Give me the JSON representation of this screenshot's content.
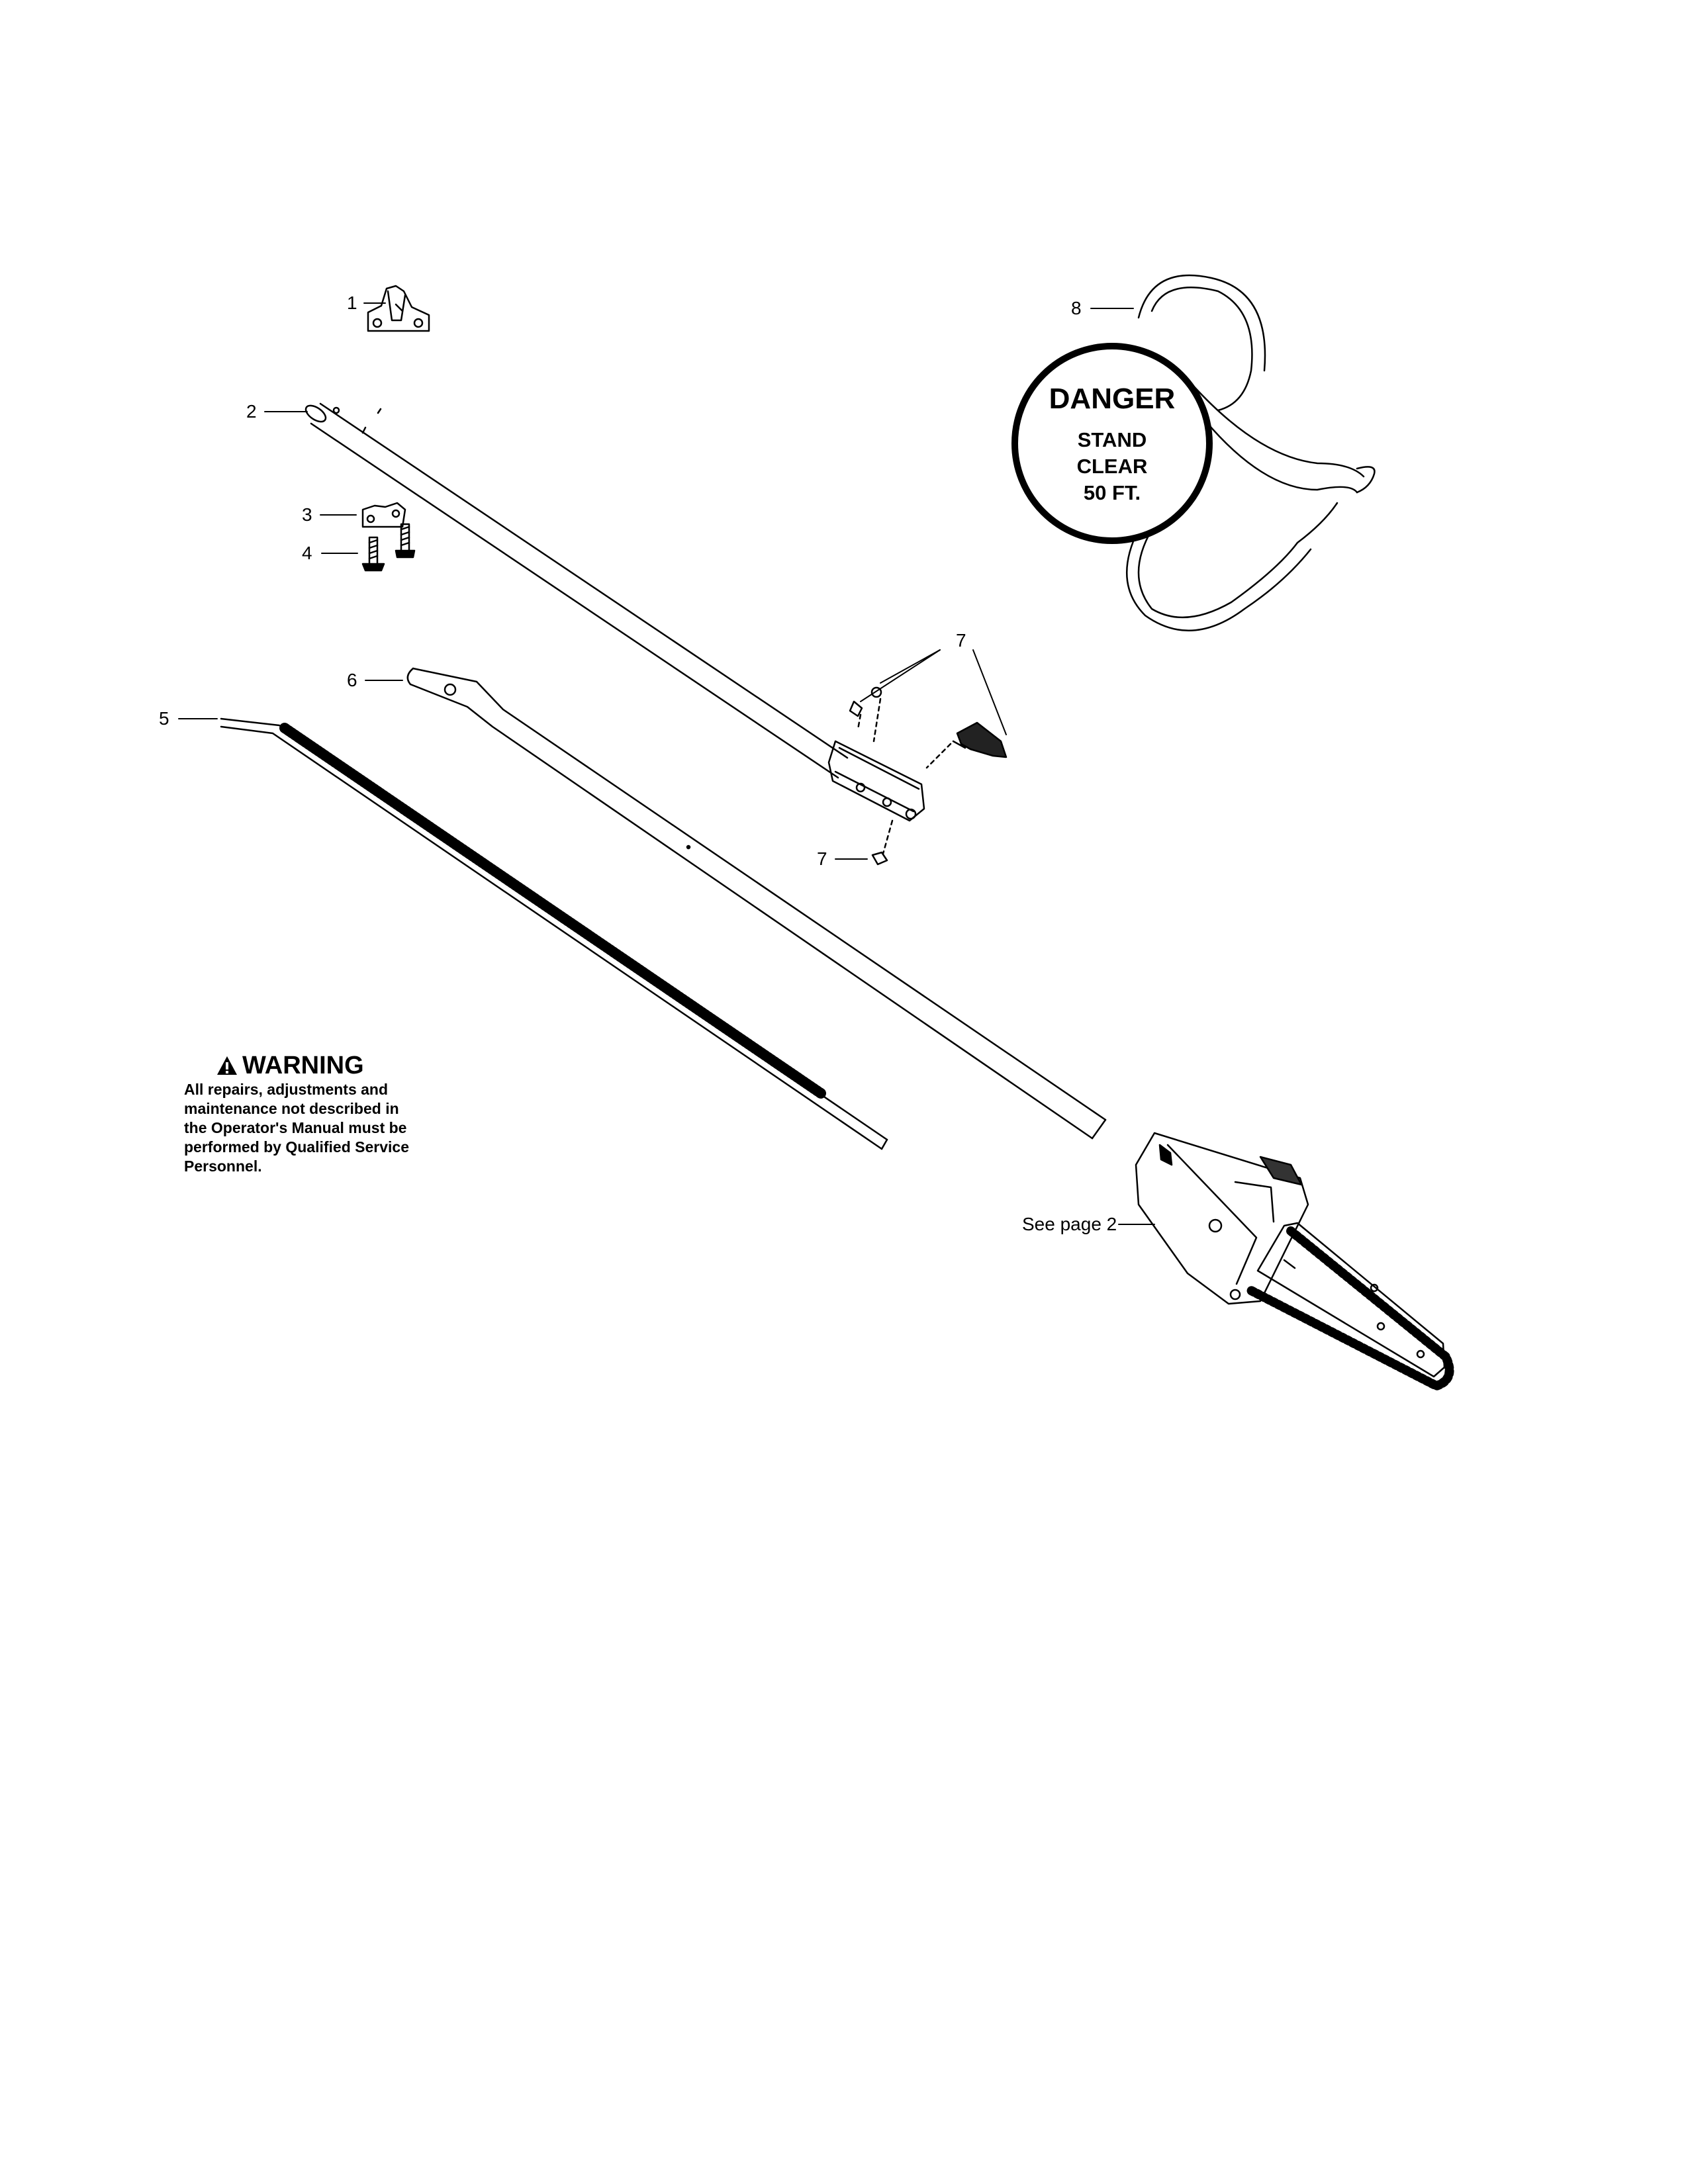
{
  "callouts": {
    "c1": "1",
    "c2": "2",
    "c3": "3",
    "c4": "4",
    "c5": "5",
    "c6": "6",
    "c7a": "7",
    "c7b": "7",
    "c8": "8",
    "see_page": "See page 2"
  },
  "warning": {
    "title": "WARNING",
    "body": "All repairs, adjustments and\nmaintenance not described in\nthe Operator's Manual must be\nperformed by Qualified Service\nPersonnel."
  },
  "danger_sign": {
    "heading": "DANGER",
    "line1": "STAND",
    "line2": "CLEAR",
    "line3": "50 FT."
  },
  "icons": {
    "warning": "warning-triangle-icon"
  }
}
